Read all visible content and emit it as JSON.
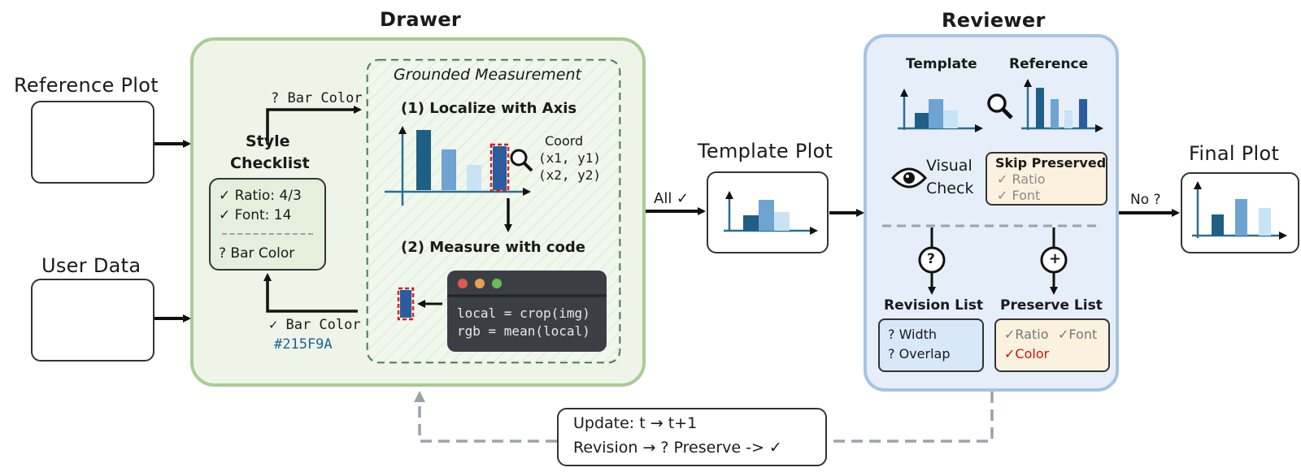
{
  "colors": {
    "dark_bar": "#1f5f85",
    "mid_bar": "#6fa3d2",
    "light_bar": "#c8e3f5",
    "navy_bar": "#2a5c9e",
    "drawer_bg": "#eef5e8",
    "drawer_border": "#a8cc96",
    "reviewer_bg": "#e6eff9",
    "reviewer_border": "#a6c4e4",
    "hex_text": "#215F9A",
    "check_red": "#cc1111"
  },
  "inputs": {
    "reference_plot": "Reference Plot",
    "user_data": "User Data"
  },
  "drawer": {
    "title": "Drawer",
    "style_checklist_title": [
      "Style",
      "Checklist"
    ],
    "checklist": {
      "ratio": "✓ Ratio: 4/3",
      "font": "✓ Font: 14",
      "bar_color": "?  Bar Color"
    },
    "query_label": "? Bar Color",
    "result_label": "✓ Bar Color",
    "result_hex": "#215F9A",
    "grounded": {
      "title": "Grounded Measurement",
      "step1": "(1) Localize with Axis",
      "coord_label": "Coord",
      "coord1": "(x1, y1)",
      "coord2": "(x2, y2)",
      "step2": "(2) Measure with code",
      "code_line1": "local = crop(img)",
      "code_line2": "rgb = mean(local)"
    }
  },
  "flow": {
    "all_check": "All ✓",
    "template_plot": "Template Plot",
    "no_label": "No ?",
    "final_plot": "Final Plot"
  },
  "reviewer": {
    "title": "Reviewer",
    "template_label": "Template",
    "reference_label": "Reference",
    "visual_check": [
      "Visual",
      "Check"
    ],
    "skip_title": "Skip Preserved",
    "skip_ratio": "✓ Ratio",
    "skip_font": "✓ Font",
    "revision_title": "Revision List",
    "revision_width": "? Width",
    "revision_overlap": "? Overlap",
    "preserve_title": "Preserve List",
    "preserve_ratio": "✓Ratio",
    "preserve_font": "✓Font",
    "preserve_color": "✓Color"
  },
  "update": {
    "line1": "Update: t → t+1",
    "line2": "Revision → ? Preserve -> ✓"
  }
}
